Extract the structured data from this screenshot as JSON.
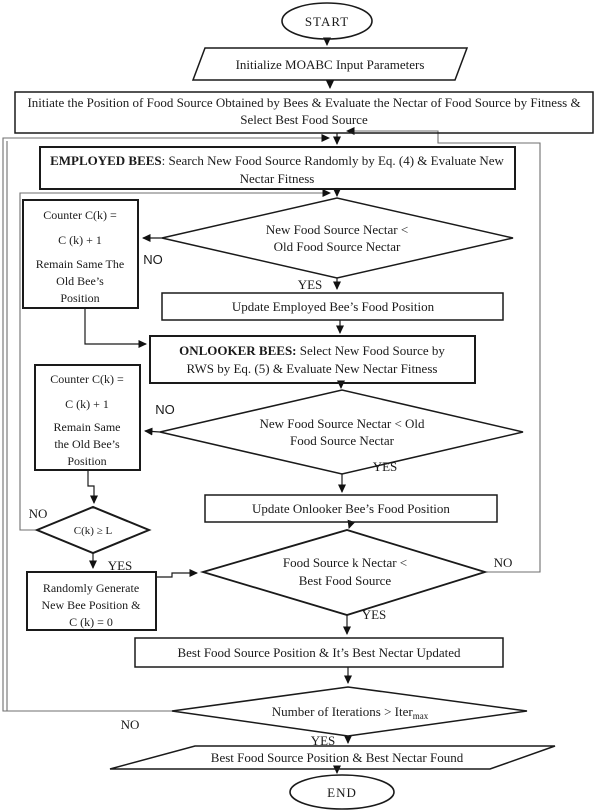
{
  "nodes": {
    "start": {
      "label": "START"
    },
    "init": {
      "label": "Initialize MOABC Input Parameters"
    },
    "setup": {
      "line1": "Initiate the Position of Food Source Obtained by Bees & Evaluate the Nectar of Food Source by Fitness &",
      "line2": "Select Best Food Source"
    },
    "employed": {
      "bold": "EMPLOYED BEES",
      "rest": ": Search New Food Source Randomly by Eq. (4) & Evaluate New",
      "line2": "Nectar Fitness"
    },
    "counter1": {
      "lines": [
        "Counter C(k) =",
        "C (k) + 1",
        "Remain Same The",
        "Old Bee’s",
        "Position"
      ]
    },
    "decision1": {
      "line1": "New Food Source Nectar <",
      "line2": "Old Food Source Nectar"
    },
    "update_employed": {
      "label": "Update Employed Bee’s Food Position"
    },
    "onlooker": {
      "bold": "ONLOOKER BEES:",
      "rest": " Select New Food Source by",
      "line2": "RWS by Eq. (5) & Evaluate New Nectar Fitness"
    },
    "counter2": {
      "lines": [
        "Counter C(k) =",
        "C (k) + 1",
        "Remain Same",
        "the Old Bee’s",
        "Position"
      ]
    },
    "decision2": {
      "line1": "New Food Source Nectar < Old",
      "line2": "Food Source Nectar"
    },
    "update_onlooker": {
      "label": "Update Onlooker Bee’s Food Position"
    },
    "limit": {
      "label": "C(k) ≥ L"
    },
    "scout": {
      "lines": [
        "Randomly Generate",
        "New Bee Position &",
        "C (k) = 0"
      ]
    },
    "decision3": {
      "line1": "Food Source k Nectar <",
      "line2": "Best Food Source"
    },
    "best_update": {
      "label": "Best Food Source Position & It’s Best Nectar Updated"
    },
    "iteration": {
      "label": "Number of Iterations > Iter",
      "sub": "max"
    },
    "output": {
      "label": "Best Food Source Position & Best Nectar Found"
    },
    "end": {
      "label": "END"
    }
  },
  "labels": {
    "yes": "YES",
    "no": "NO"
  },
  "colors": {
    "line": "#1a1a1a",
    "loop_line": "#6f6f6f",
    "background": "#ffffff",
    "text": "#1a1a1a"
  }
}
